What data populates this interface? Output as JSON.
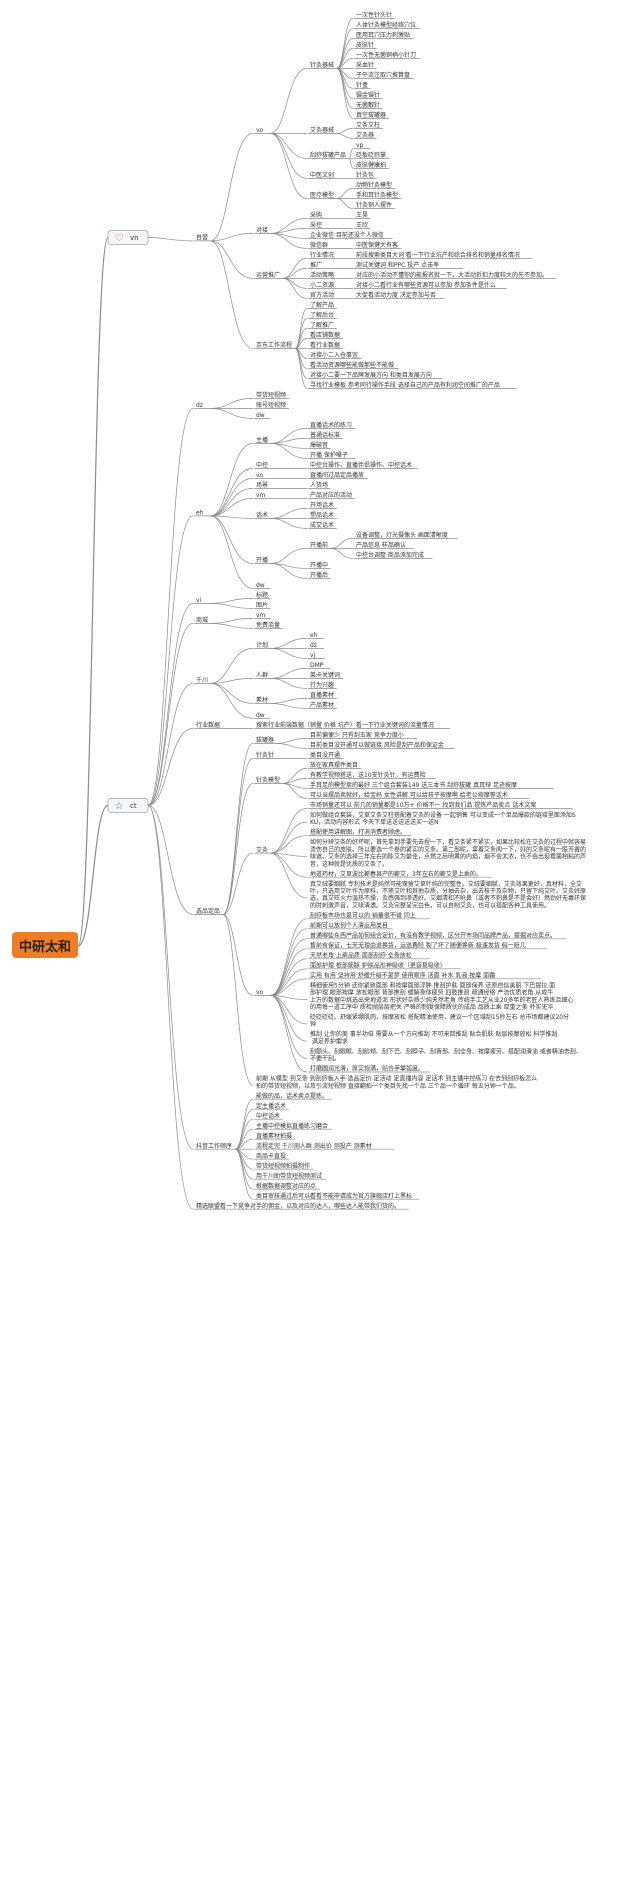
{
  "root": "中研太和",
  "colors": {
    "root_bg": "#f07d23",
    "root_text": "#222222",
    "node_border": "#9aa7b8",
    "heart": "#e0433a",
    "star": "#3a78d8",
    "line": "#8a8a8a"
  },
  "branches": [
    {
      "label": "vn",
      "icon": "heart",
      "children": [
        {
          "label": "自营",
          "children": [
            {
              "label": "vo",
              "children": [
                {
                  "label": "针灸器械",
                  "children": [
                    "一次性针头针",
                    "人体针灸模型经络穴位",
                    "医用耳穴压力刺激贴",
                    "皮肤针",
                    "一次性无菌铜柄小针刀",
                    "采血针",
                    "子午流注取穴推算盘",
                    "针盒",
                    "镊金镊针",
                    "无菌敷针",
                    "真空拔罐器"
                  ]
                },
                {
                  "label": "艾灸器械",
                  "children": [
                    "艾条艾柱",
                    "艾灸器"
                  ]
                },
                {
                  "label": "刮痧拔罐产品",
                  "children": [
                    "vp",
                    "砭板砭痧掌",
                    "皮肤健康拍"
                  ]
                },
                {
                  "label": "中医文创",
                  "children": [
                    "针灸包"
                  ]
                },
                {
                  "label": "医疗模型",
                  "children": [
                    "动物针灸模型",
                    "手和耳针灸模型",
                    "针灸铜人摆件"
                  ]
                }
              ]
            },
            {
              "label": "对接",
              "children": [
                {
                  "label": "采购",
                  "children": [
                    "王昊"
                  ]
                },
                {
                  "label": "采控",
                  "children": [
                    "王欣"
                  ]
                },
                {
                  "label": "企业微信 目前还没个人微信",
                  "children": []
                },
                {
                  "label": "微信群",
                  "children": [
                    "中医保健大有客"
                  ]
                }
              ]
            },
            {
              "label": "运营推广",
              "children": [
                {
                  "label": "行业情况",
                  "children": [
                    "前段搜索类目大词 看一下行业坑产和综合排名和销量排名情况"
                  ]
                },
                {
                  "label": "推广",
                  "children": [
                    "测试关键词 和PPC 投产 点击率"
                  ]
                },
                {
                  "label": "活动策略",
                  "children": [
                    "对应的小活动不懂你的能报名就一下，大活动折扣力度较大的先不参加。"
                  ]
                },
                {
                  "label": "小二资源",
                  "children": [
                    "对接小二看行业有哪些资源可以参加 参加条件是什么"
                  ]
                },
                {
                  "label": "官方活动",
                  "children": [
                    "大促看活动力度 决定参加与否"
                  ]
                }
              ]
            },
            {
              "label": "京东工作流程",
              "children": [
                "了解产品",
                "了解后台",
                "了解推广",
                "看店铺数据",
                "看行业数据",
                "对接小二入仓事宜",
                "看活动资源哪些能做那些不能做",
                "对接小二要一下品牌发展方向 和类目发展方向",
                "寻找行业模板 参考同行操作手段 选择自己的产品有利润空间推广的产品"
              ]
            }
          ]
        }
      ]
    },
    {
      "label": "ct",
      "icon": "star",
      "children": [
        {
          "label": "dz",
          "children": [
            "带货短视频",
            "账号短视频",
            "dw"
          ]
        },
        {
          "label": "eh",
          "children": [
            {
              "label": "主播",
              "children": [
                "直播话术的练习",
                "普通话标准",
                "爆破音",
                "开播 保护嗓子"
              ]
            },
            {
              "label": "中控",
              "children": [
                "中控台操作、直播伴侣操作、中控话术"
              ]
            },
            {
              "label": "vo",
              "children": [
                "直播间过品定品播放"
              ]
            },
            {
              "label": "场景",
              "children": [
                "人货场"
              ]
            },
            {
              "label": "vm",
              "children": [
                "产品对应的活动"
              ]
            },
            {
              "label": "话术",
              "children": [
                "开场话术",
                "塑品话术",
                "成交话术"
              ]
            },
            {
              "label": "开播",
              "children": [
                {
                  "label": "开播前",
                  "children": [
                    "设备调整，灯光摄像头 画面清晰度",
                    "产品信息 样品确认",
                    "中控台调整 商品添加完成"
                  ]
                },
                {
                  "label": "开播中",
                  "children": []
                },
                {
                  "label": "开播后",
                  "children": []
                }
              ]
            },
            {
              "label": "dw",
              "children": []
            }
          ]
        },
        {
          "label": "vi",
          "children": [
            "标题",
            "图片"
          ]
        },
        {
          "label": "商城",
          "children": [
            "vm",
            "免费流量"
          ]
        },
        {
          "label": "千川",
          "children": [
            {
              "label": "计划",
              "children": [
                "eh",
                "dz",
                "vj"
              ]
            },
            {
              "label": "人群",
              "children": [
                "DMP",
                "莱卡关键词",
                "行为兴趣"
              ]
            },
            {
              "label": "素材",
              "children": [
                "直播素材",
                "产品素材"
              ]
            },
            {
              "label": "dw",
              "children": []
            }
          ]
        },
        {
          "label": "行业数据",
          "children": [
            "搜索行业前端数据（销量 价格 坑产）看一下行业关键词的流量情况"
          ]
        },
        {
          "label": "选品定品",
          "children": [
            {
              "label": "拔罐器",
              "children": [
                "目前偏便少 只有刮五家 竞争力度小",
                "目前类目没开通可以做链接 风险是刮产品和保证金"
              ]
            },
            {
              "label": "针灸针",
              "children": [
                "类目没开通"
              ]
            },
            {
              "label": "针灸模型",
              "children": [
                "放在家具摆件类目",
                "有教学视频搭送，送10支针灸针，有运费险",
                "手耳足的模型卖的最好 三个组合套装149 送三本书 刮痧拔罐 真耳辩 足迹按摩",
                "可以当摆品卖就好，给宝妈 女性讲解 可以给孩子按摩啊 给老公按摩等话术"
              ]
            },
            {
              "label": "艾灸",
              "children": [
                "市场销量还可以 前几的销量都是10万+ 价格不一 找到我们品 提炼产品卖点 话术文案",
                "如何做组合套装，艾草艾条艾柱搭配着艾灸的设备 一起销售 可以变成一个单品爆款的链接里面添加SKU，活动内容形式 今天下单送送送送送买一送N",
                "搭配使用讲解图，打消消费者顾虑。",
                "如何分辨艾条的好坏呢，首先拿到手要先去捏一下，看艾条紧不紧实，如果比较松在艾灸的过程中就容易烫伤自己的皮肤。所以要选一个卷的紧实的艾条。第二部呢，拿着艾条闻一下，好的艾条呢有一股芳香的味道。艾条的选择三年左右的陈艾为最佳，点燃之后明黄的内焰，烟不会太浓，也不会出现霉菌相粘的声音，这种就是优质的艾条了。",
                "地道药材，艾草波比蕲春县产的蕲艾，3年左右的蕲艾是上乘的。",
                "真艾绒要细腻 专利技术是纯然可能保留艾草叶纯的完整性。艾绒要细腻，艾灸效果更好，真材料，全艾叶，只选用艾叶作为原料，不掺艾叶和其他杂质，分抽去杂，出去枝干及杂物，只留下纯艾叶。艾灸好原选，真艾旺火力温热不燥，灸感强到渗透好。艾烟清和不呛鼻（或者不刺鼻是不是会好）燃劲好无毒环保的肘刺激声音，艾味清透。艾灸完整呈完白色，可以自制艾灸，也可以搭配各种工具使用。"
              ]
            },
            {
              "label": "vo",
              "children": [
                "刮痧板市场也是可以的 销量很不错 同上",
                "前期可以放到个人清运用类目",
                "普通哪些东西产品如何组合定价，有没有教学视频，区分开市场同品牌产品，提掘对应卖点。",
                "售前有保证，七天无理由退换货，运送费险 裂了坏了随便换新 极速发货 假一赔几",
                "天然老角 上乘品质 面部刮痧 全身放松",
                "面部护理 根部筋脉 护肤品形神吸收（更容易吸收）",
                "实用 有用 坚持用 舒缓升级不是梦 使用顺序 活面 补水 乳液 按摩 面霜",
                "精细使用5分钟 还你紧致面部 和按摩面部浮肿 推刮护肤 面部保养 还原自信美丽 下巴提拉 面部护理 眼部按摩 放松眼部 背部推刮 缓解身体疲劳 四肢推刮 疏通经络 产流优质老角 从成牛上万的数据中挑选出来地道泥 形状好杂质少纯天然老角 传统手工艺从业20多年的老匠人熟练且细心的用每一道工序中 质检抛层层把关 严格的制度保障质优的成品 品质上乘 厚重之美 朴实无华",
                "砭砭砭砭。舒缓紧绷肌肉，按摩放松 搭配精油使用，建议一个区域刮15秒左右 总市场都建议20分钟",
                "推刮 让你的美 事半功倍 需要从一个方向推刮 不可来回推刮 贴合肌肤 贴层按摩放松 科学推刮 满足养护需求",
                "刮额头、刮眼眶、刮脸颊、刮下巴、刮脖子、刮背部、刮全身、按摩疲劳、搭配润滑油 或者精油去刮、不要干刮。",
                "打磨圆润光滑，厚实饱满，贴合手掌弧度。"
              ]
            },
            {
              "label": "前期 从模型 到艾条 到刮痧板入手 选品定价 定活动 定直播内容 定话术 到主播中控练习 在去到刮痧板怎么拍的带货短视频，以及引流短视频 直接翻拍一个类目先找一个品 三个品一个循环 每五分钟一个品。",
              "children": []
            }
          ]
        },
        {
          "label": "抖音工作顺序",
          "children": [
            "能做的品，话术卖点提炼。",
            "定主播话术",
            "中控话术",
            "主播中控模拟直播练习磨合",
            "直播素材拍摄",
            "流程走完 千川测人群 测出价 测投产 测素材",
            "商品卡直投",
            "带货短视频拍摄制作",
            "用千川助带货短视频测试",
            "根据数据调整对应的点",
            "类目审核通过后可以看看不能申请成为官方旗舰店打上黑标"
          ]
        },
        {
          "label": "精选联盟看一下竞争对手的佣金，以及对应的达人，哪些达人能带我们货的。",
          "children": []
        }
      ]
    }
  ]
}
